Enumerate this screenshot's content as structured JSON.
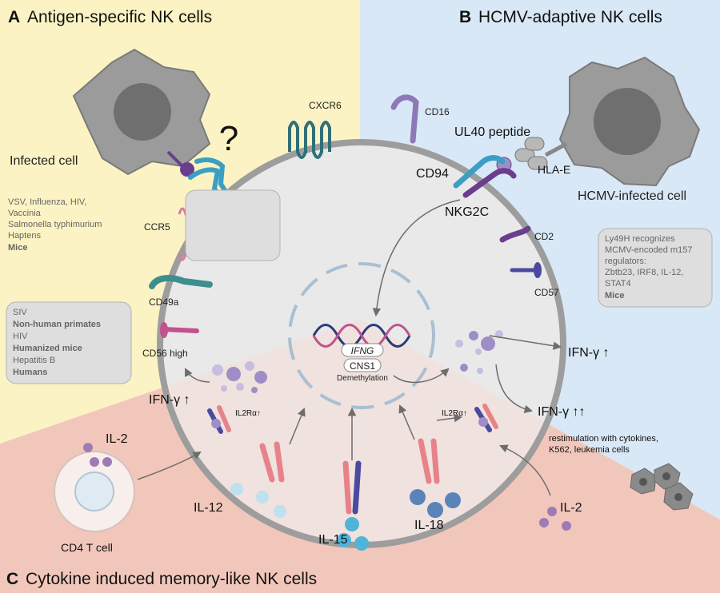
{
  "panels": {
    "a": {
      "letter": "A",
      "title": "Antigen-specific NK cells"
    },
    "b": {
      "letter": "B",
      "title": "HCMV-adaptive NK cells"
    },
    "c": {
      "letter": "C",
      "title": "Cytokine induced memory-like NK cells"
    }
  },
  "panel_a": {
    "infected_cell_label": "Infected cell",
    "question_mark": "?",
    "receptors": {
      "ccr5": "CCR5",
      "cd49a": "CD49a",
      "cd56": "CD56 high"
    },
    "box1": {
      "lines": [
        "VSV, Influenza, HIV,",
        "Vaccinia",
        "Salmonella typhimurium",
        "Haptens"
      ],
      "species": "Mice"
    },
    "box2": {
      "l1": "SIV",
      "l2": "Non-human primates",
      "l3": "HIV",
      "l4": "Humanized mice",
      "l5": "Hepatitis B",
      "l6": "Humans"
    },
    "ifn": "IFN-γ ↑"
  },
  "nk_cell": {
    "cxcr6": "CXCR6",
    "gene": "IFNG",
    "cns": "CNS1",
    "demethylation": "Demethylation"
  },
  "panel_b": {
    "cd16": "CD16",
    "ul40": "UL40 peptide",
    "cd94": "CD94",
    "hla_e": "HLA-E",
    "nkg2c": "NKG2C",
    "infected_cell_label": "HCMV-infected cell",
    "cd2": "CD2",
    "cd57": "CD57",
    "box": {
      "lines": [
        "Ly49H recognizes",
        "MCMV-encoded m157",
        "regulators:",
        "Zbtb23, IRF8, IL-12,",
        "STAT4"
      ],
      "species": "Mice"
    },
    "ifn": "IFN-γ ↑"
  },
  "panel_c": {
    "il2_left": "IL-2",
    "cd4": "CD4 T cell",
    "il2ra_left": "IL2Rα↑",
    "il2ra_right": "IL2Rα↑",
    "il12": "IL-12",
    "il15": "IL-15",
    "il18": "IL-18",
    "il2_right": "IL-2",
    "ifn": "IFN-γ ↑↑",
    "restim_1": "restimulation with cytokines,",
    "restim_2": "K562, leukemia cells"
  },
  "colors": {
    "panel_a_bg": "#fbf3c3",
    "panel_b_bg": "#d9e8f6",
    "panel_c_bg": "#f2c7bb",
    "cell_fill": "#e9e9ea",
    "cell_border": "#9d9d9d",
    "teal": "#2f6f78",
    "blue": "#3b9fc4",
    "purple": "#6b3d8e",
    "magenta": "#c2528e",
    "pink": "#e8828a",
    "light_purple": "#9f8ec6"
  }
}
